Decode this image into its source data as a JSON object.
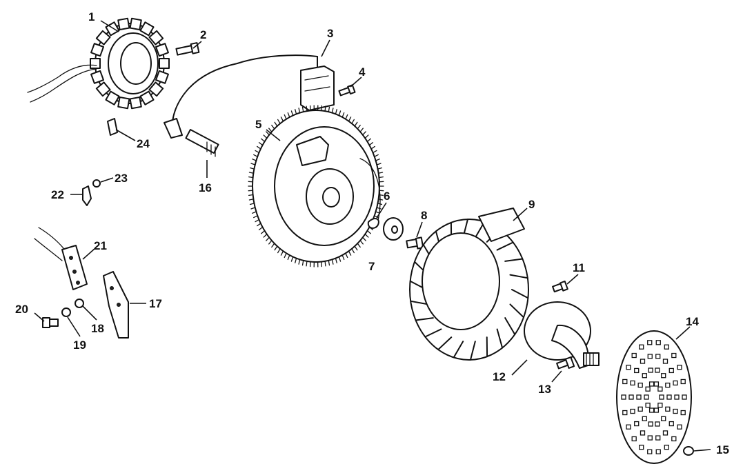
{
  "callouts": {
    "n1": "1",
    "n2": "2",
    "n3": "3",
    "n4": "4",
    "n5": "5",
    "n6": "6",
    "n7": "7",
    "n8": "8",
    "n9": "9",
    "n11": "11",
    "n12": "12",
    "n13": "13",
    "n14": "14",
    "n15": "15",
    "n16": "16",
    "n17": "17",
    "n18": "18",
    "n19": "19",
    "n20": "20",
    "n21": "21",
    "n22": "22",
    "n23": "23",
    "n24": "24"
  }
}
